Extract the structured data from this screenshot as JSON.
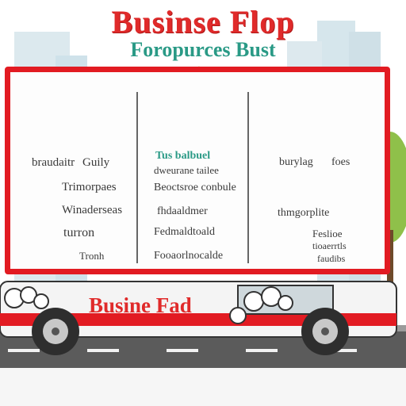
{
  "header": {
    "title": "Businse Flop",
    "subtitle": "Foropurces Bust"
  },
  "board": {
    "columns": [
      {
        "items": [
          "braudaitr",
          "Guily",
          "Trimorpaes",
          "Winaderseas",
          "turron",
          "Tronh"
        ]
      },
      {
        "items": [
          "Tus balbuel",
          "dweurane tailee",
          "Beoctsroe conbule",
          "fhdaaldmer",
          "Fedmaldtoald",
          "Fooaorlnocalde"
        ]
      },
      {
        "items": [
          "burylag",
          "foes",
          "thmgorplite",
          "Feslioe",
          "tioaerrtls",
          "faudibs"
        ]
      }
    ]
  },
  "truck": {
    "name": "Busine Fad"
  },
  "colors": {
    "accent_red": "#e21b22",
    "accent_teal": "#2a9a86",
    "awning_yellow": "#f2c21b",
    "truck_body": "#f4f4f4",
    "road": "#5b5b5b",
    "tree_green": "#8fc04a"
  }
}
